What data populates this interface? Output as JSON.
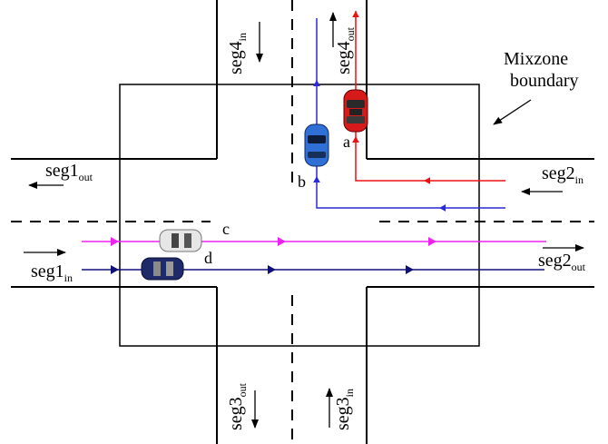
{
  "colors": {
    "road": "#000000",
    "red_route": "#ee1111",
    "blue_route": "#2a2ad8",
    "magenta_route": "#ee22ee",
    "navy_route": "#10107a",
    "car_red": "#d61a1a",
    "car_blue": "#2f6fd6",
    "car_white": "#e6e6e6",
    "car_navy": "#1f2a6b"
  },
  "labels": {
    "seg1_out": {
      "base": "seg1",
      "sub": "out"
    },
    "seg1_in": {
      "base": "seg1",
      "sub": "in"
    },
    "seg2_in": {
      "base": "seg2",
      "sub": "in"
    },
    "seg2_out": {
      "base": "seg2",
      "sub": "out"
    },
    "seg3_out": {
      "base": "seg3",
      "sub": "out"
    },
    "seg3_in": {
      "base": "seg3",
      "sub": "in"
    },
    "seg4_in": {
      "base": "seg4",
      "sub": "in"
    },
    "seg4_out": {
      "base": "seg4",
      "sub": "out"
    },
    "mixzone_line1": "Mixzone",
    "mixzone_line2": "boundary"
  },
  "cars": [
    {
      "id": "a",
      "label": "a"
    },
    {
      "id": "b",
      "label": "b"
    },
    {
      "id": "c",
      "label": "c"
    },
    {
      "id": "d",
      "label": "d"
    }
  ]
}
